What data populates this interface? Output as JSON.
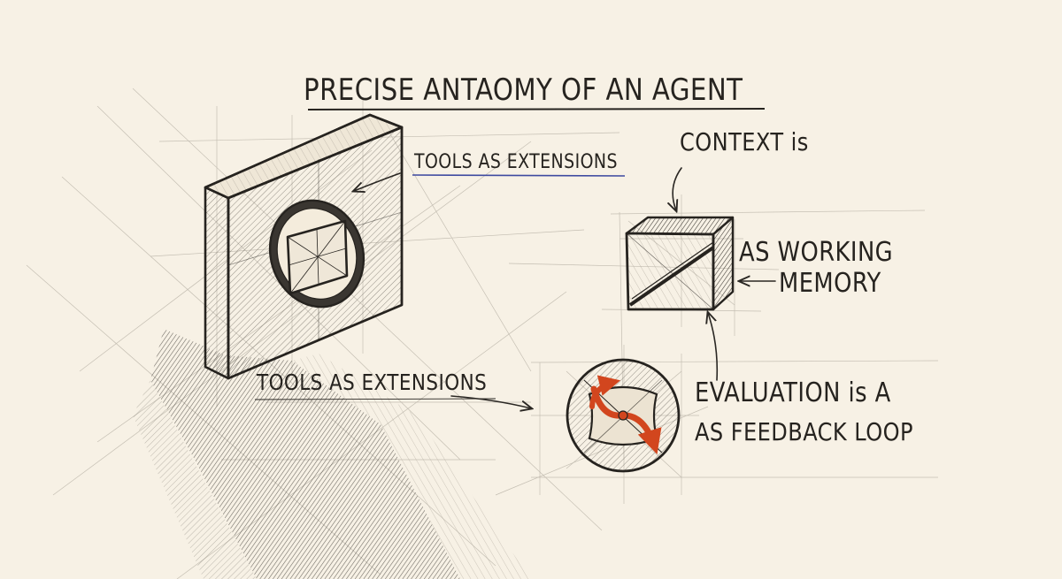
{
  "diagram": {
    "title": "PRECISE ANTAOMY OF AN AGENT",
    "labels": {
      "tools_top": "TOOLS AS EXTENSIONS",
      "tools_bottom": "TOOLS AS EXTENSIONS",
      "context_heading": "CONTEXT is",
      "working_memory_line1": "AS WORKING",
      "working_memory_line2": "MEMORY",
      "evaluation_line1": "EVALUATION is A",
      "evaluation_line2": "AS FEEDBACK LOOP"
    }
  },
  "colors": {
    "paper": "#f7f1e5",
    "ink": "#2a2723",
    "accent": "#d2461e",
    "underline": "#3e4aa0"
  },
  "icons": {
    "panel": "tool-panel-icon",
    "cube": "context-cube-icon",
    "loop": "feedback-loop-icon"
  }
}
